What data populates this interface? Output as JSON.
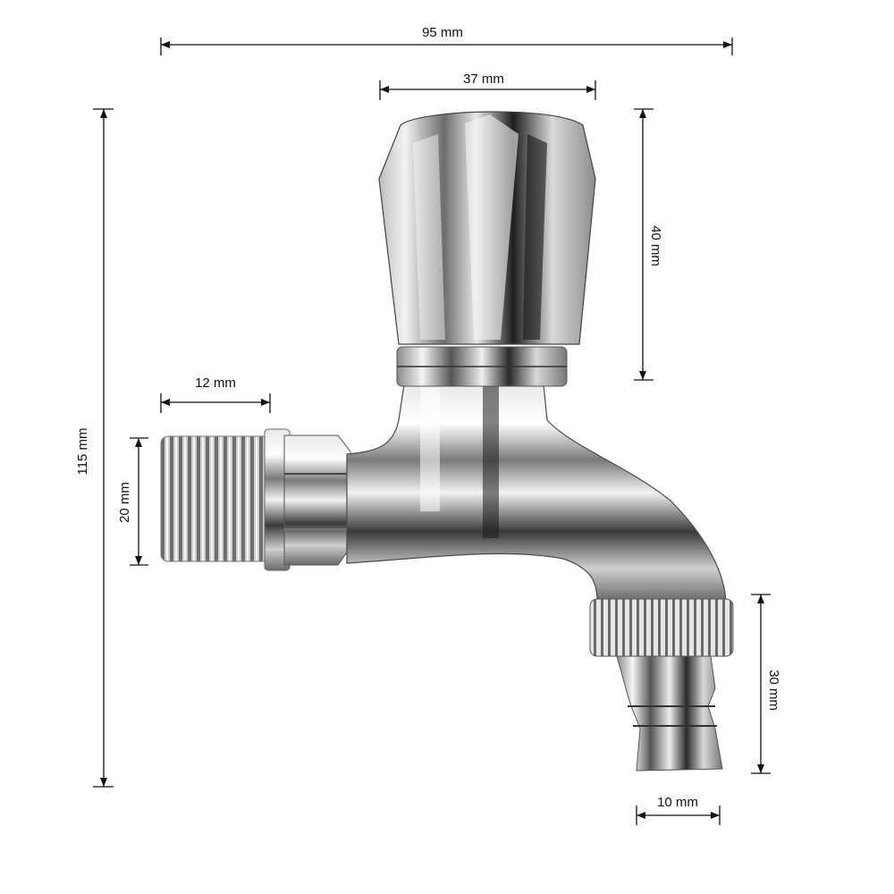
{
  "product": {
    "icon": "chrome-bib-tap-icon",
    "chrome_light": "#f4f4f4",
    "chrome_mid": "#9a9a9a",
    "chrome_dark": "#2c2c2c",
    "line_color": "#111111"
  },
  "dimensions": {
    "overall_width": "95 mm",
    "handle_width": "37 mm",
    "handle_height": "40 mm",
    "overall_height": "115 mm",
    "thread_length": "12 mm",
    "thread_diameter": "20 mm",
    "nozzle_height": "30 mm",
    "nozzle_diameter": "10 mm"
  }
}
